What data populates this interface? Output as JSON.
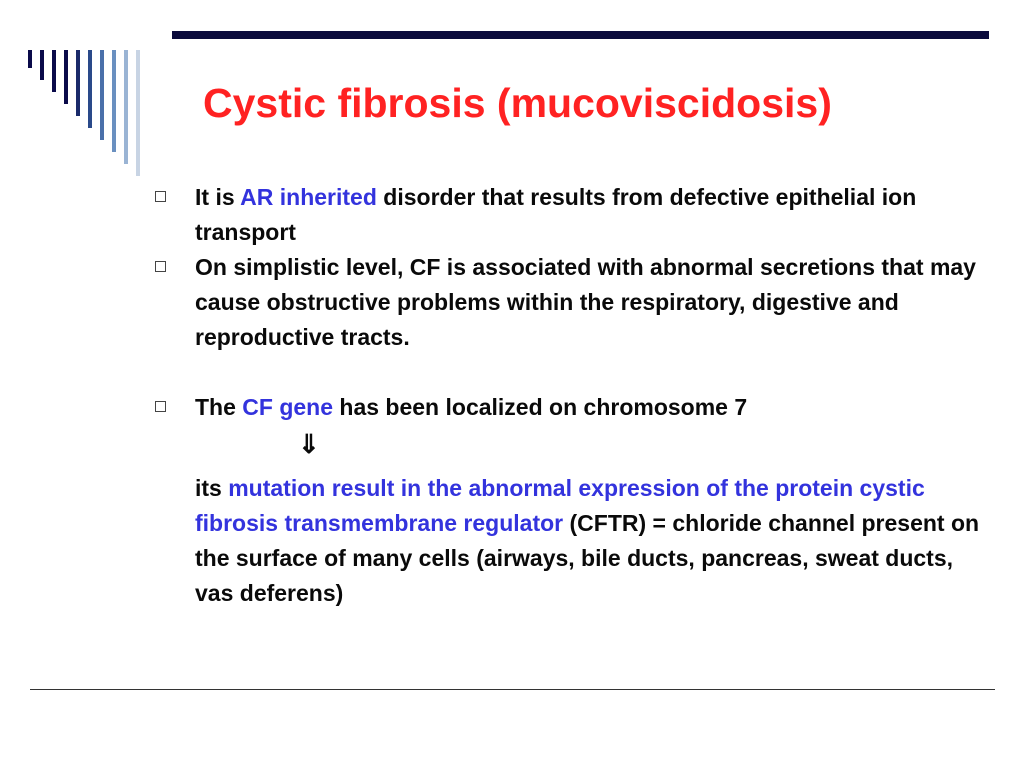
{
  "slide": {
    "title": "Cystic fibrosis (mucoviscidosis)",
    "bullets": [
      {
        "prefix": "It is ",
        "highlight": "AR inherited",
        "rest": " disorder that results from defective epithelial ion transport"
      },
      {
        "text": "On simplistic level, CF is associated with abnormal secretions that may cause obstructive problems within the respiratory, digestive and reproductive tracts."
      },
      {
        "prefix": "The ",
        "highlight": "CF gene",
        "rest": " has been localized on chromosome 7"
      }
    ],
    "arrow": "⇓",
    "paragraph": {
      "prefix": "its ",
      "highlight": "mutation result in the abnormal expression of the protein cystic fibrosis transmembrane regulator",
      "rest": " (CFTR) = chloride channel present on the surface of many cells (airways, bile ducts, pancreas, sweat ducts, vas deferens)"
    }
  },
  "colors": {
    "title": "#ff2222",
    "highlight": "#3333dd",
    "rule": "#0a0a3c"
  },
  "decor": {
    "bar_colors": [
      "#0a0a4a",
      "#0a0a4a",
      "#0a0a4a",
      "#0a0a4a",
      "#1a2a6a",
      "#2a4a8a",
      "#4a70aa",
      "#6a90c0",
      "#9ab4d4",
      "#c8d4e4"
    ]
  }
}
